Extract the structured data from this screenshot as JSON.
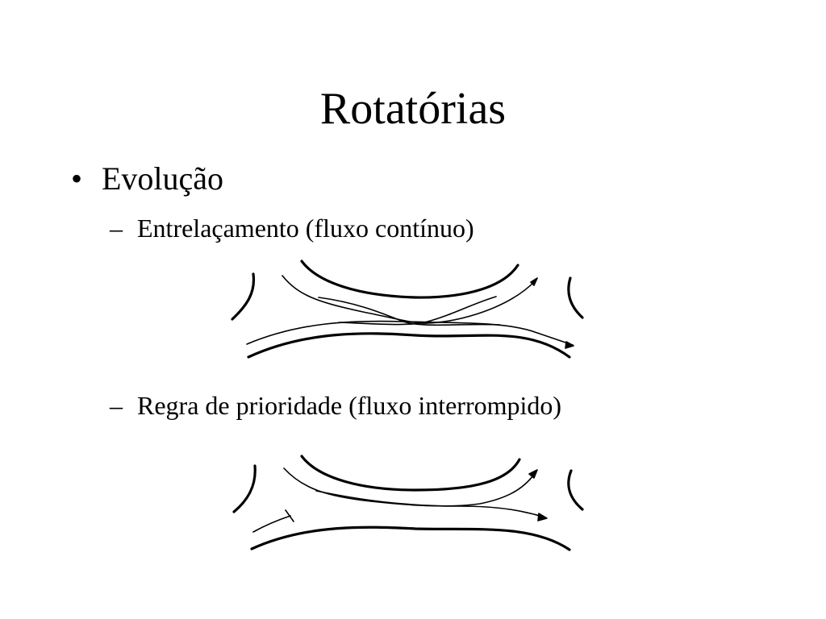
{
  "slide": {
    "title": "Rotatórias",
    "bullets": [
      {
        "marker": "•",
        "text": "Evolução",
        "sub": [
          {
            "marker": "–",
            "text": "Entrelaçamento (fluxo contínuo)",
            "diagram": "weaving-diagram"
          },
          {
            "marker": "–",
            "text": "Regra de prioridade (fluxo interrompido)",
            "diagram": "priority-rule-diagram"
          }
        ]
      }
    ]
  },
  "colors": {
    "background": "#ffffff",
    "text": "#000000",
    "lines": "#000000"
  },
  "icons": [
    "arrow-head-icon",
    "yield-bar-icon"
  ]
}
